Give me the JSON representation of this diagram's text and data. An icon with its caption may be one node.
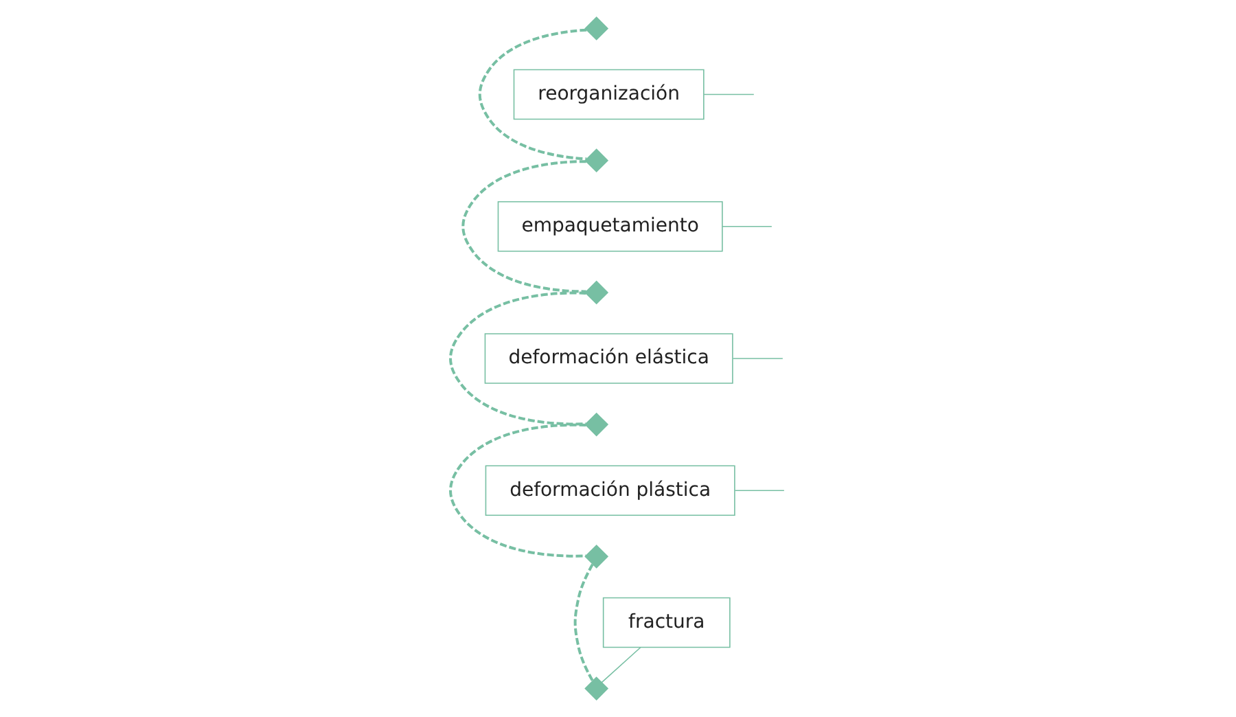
{
  "diagram": {
    "nodes": [
      {
        "text": [],
        "shape": "diamond"
      },
      {
        "text": [],
        "shape": "diamond"
      },
      {
        "text": [],
        "shape": "diamond"
      },
      {
        "text": [],
        "shape": "diamond"
      },
      {
        "text": [],
        "shape": "diamond"
      },
      {
        "text": [],
        "shape": "diamond"
      },
      {
        "text": [
          "reorganización"
        ]
      },
      {
        "text": [
          "empaquetamiento"
        ]
      },
      {
        "text": [
          "deformación elástica"
        ]
      },
      {
        "text": [
          "fractura"
        ]
      },
      {
        "text": [
          "deformación plástica"
        ]
      }
    ],
    "edges": [
      {
        "from": 0,
        "to": 1,
        "arrow": "none",
        "style": "dashed"
      },
      {
        "from": 1,
        "to": 2,
        "arrow": "none",
        "style": "dashed"
      },
      {
        "from": 2,
        "to": 3,
        "arrow": "none",
        "style": "dashed"
      },
      {
        "from": 3,
        "to": 4,
        "arrow": "none",
        "style": "dashed"
      },
      {
        "from": 4,
        "to": 5,
        "arrow": "none",
        "style": "dashed"
      },
      {
        "from": 6,
        "to": null,
        "arrow": "none"
      },
      {
        "from": 7,
        "to": null,
        "arrow": "none"
      },
      {
        "from": 8,
        "to": null,
        "arrow": "none"
      },
      {
        "from": 9,
        "to": 5,
        "arrow": "none"
      },
      {
        "from": 10,
        "to": null,
        "arrow": "none"
      }
    ]
  }
}
